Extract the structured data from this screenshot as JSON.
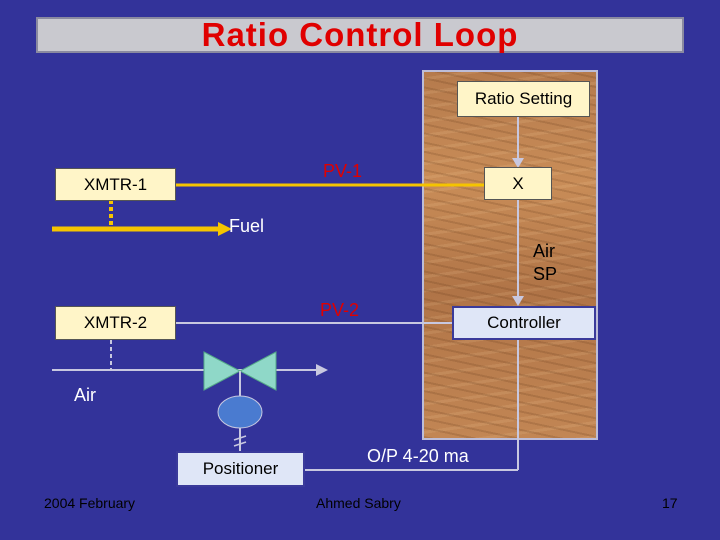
{
  "title": "Ratio Control Loop",
  "boxes": {
    "ratio_setting": "Ratio Setting",
    "xmtr1": "XMTR-1",
    "multiplier": "X",
    "xmtr2": "XMTR-2",
    "controller": "Controller",
    "positioner": "Positioner"
  },
  "labels": {
    "pv1": "PV-1",
    "pv2": "PV-2",
    "fuel": "Fuel",
    "air_sp_1": "Air",
    "air_sp_2": "SP",
    "air": "Air",
    "op": "O/P 4-20 ma"
  },
  "footer": {
    "date": "2004 February",
    "author": "Ahmed Sabry",
    "page": "17"
  },
  "colors": {
    "background": "#33339a",
    "title": "#e00000",
    "fuel_line": "#f5c400",
    "signal_line": "#c8c8e0"
  }
}
